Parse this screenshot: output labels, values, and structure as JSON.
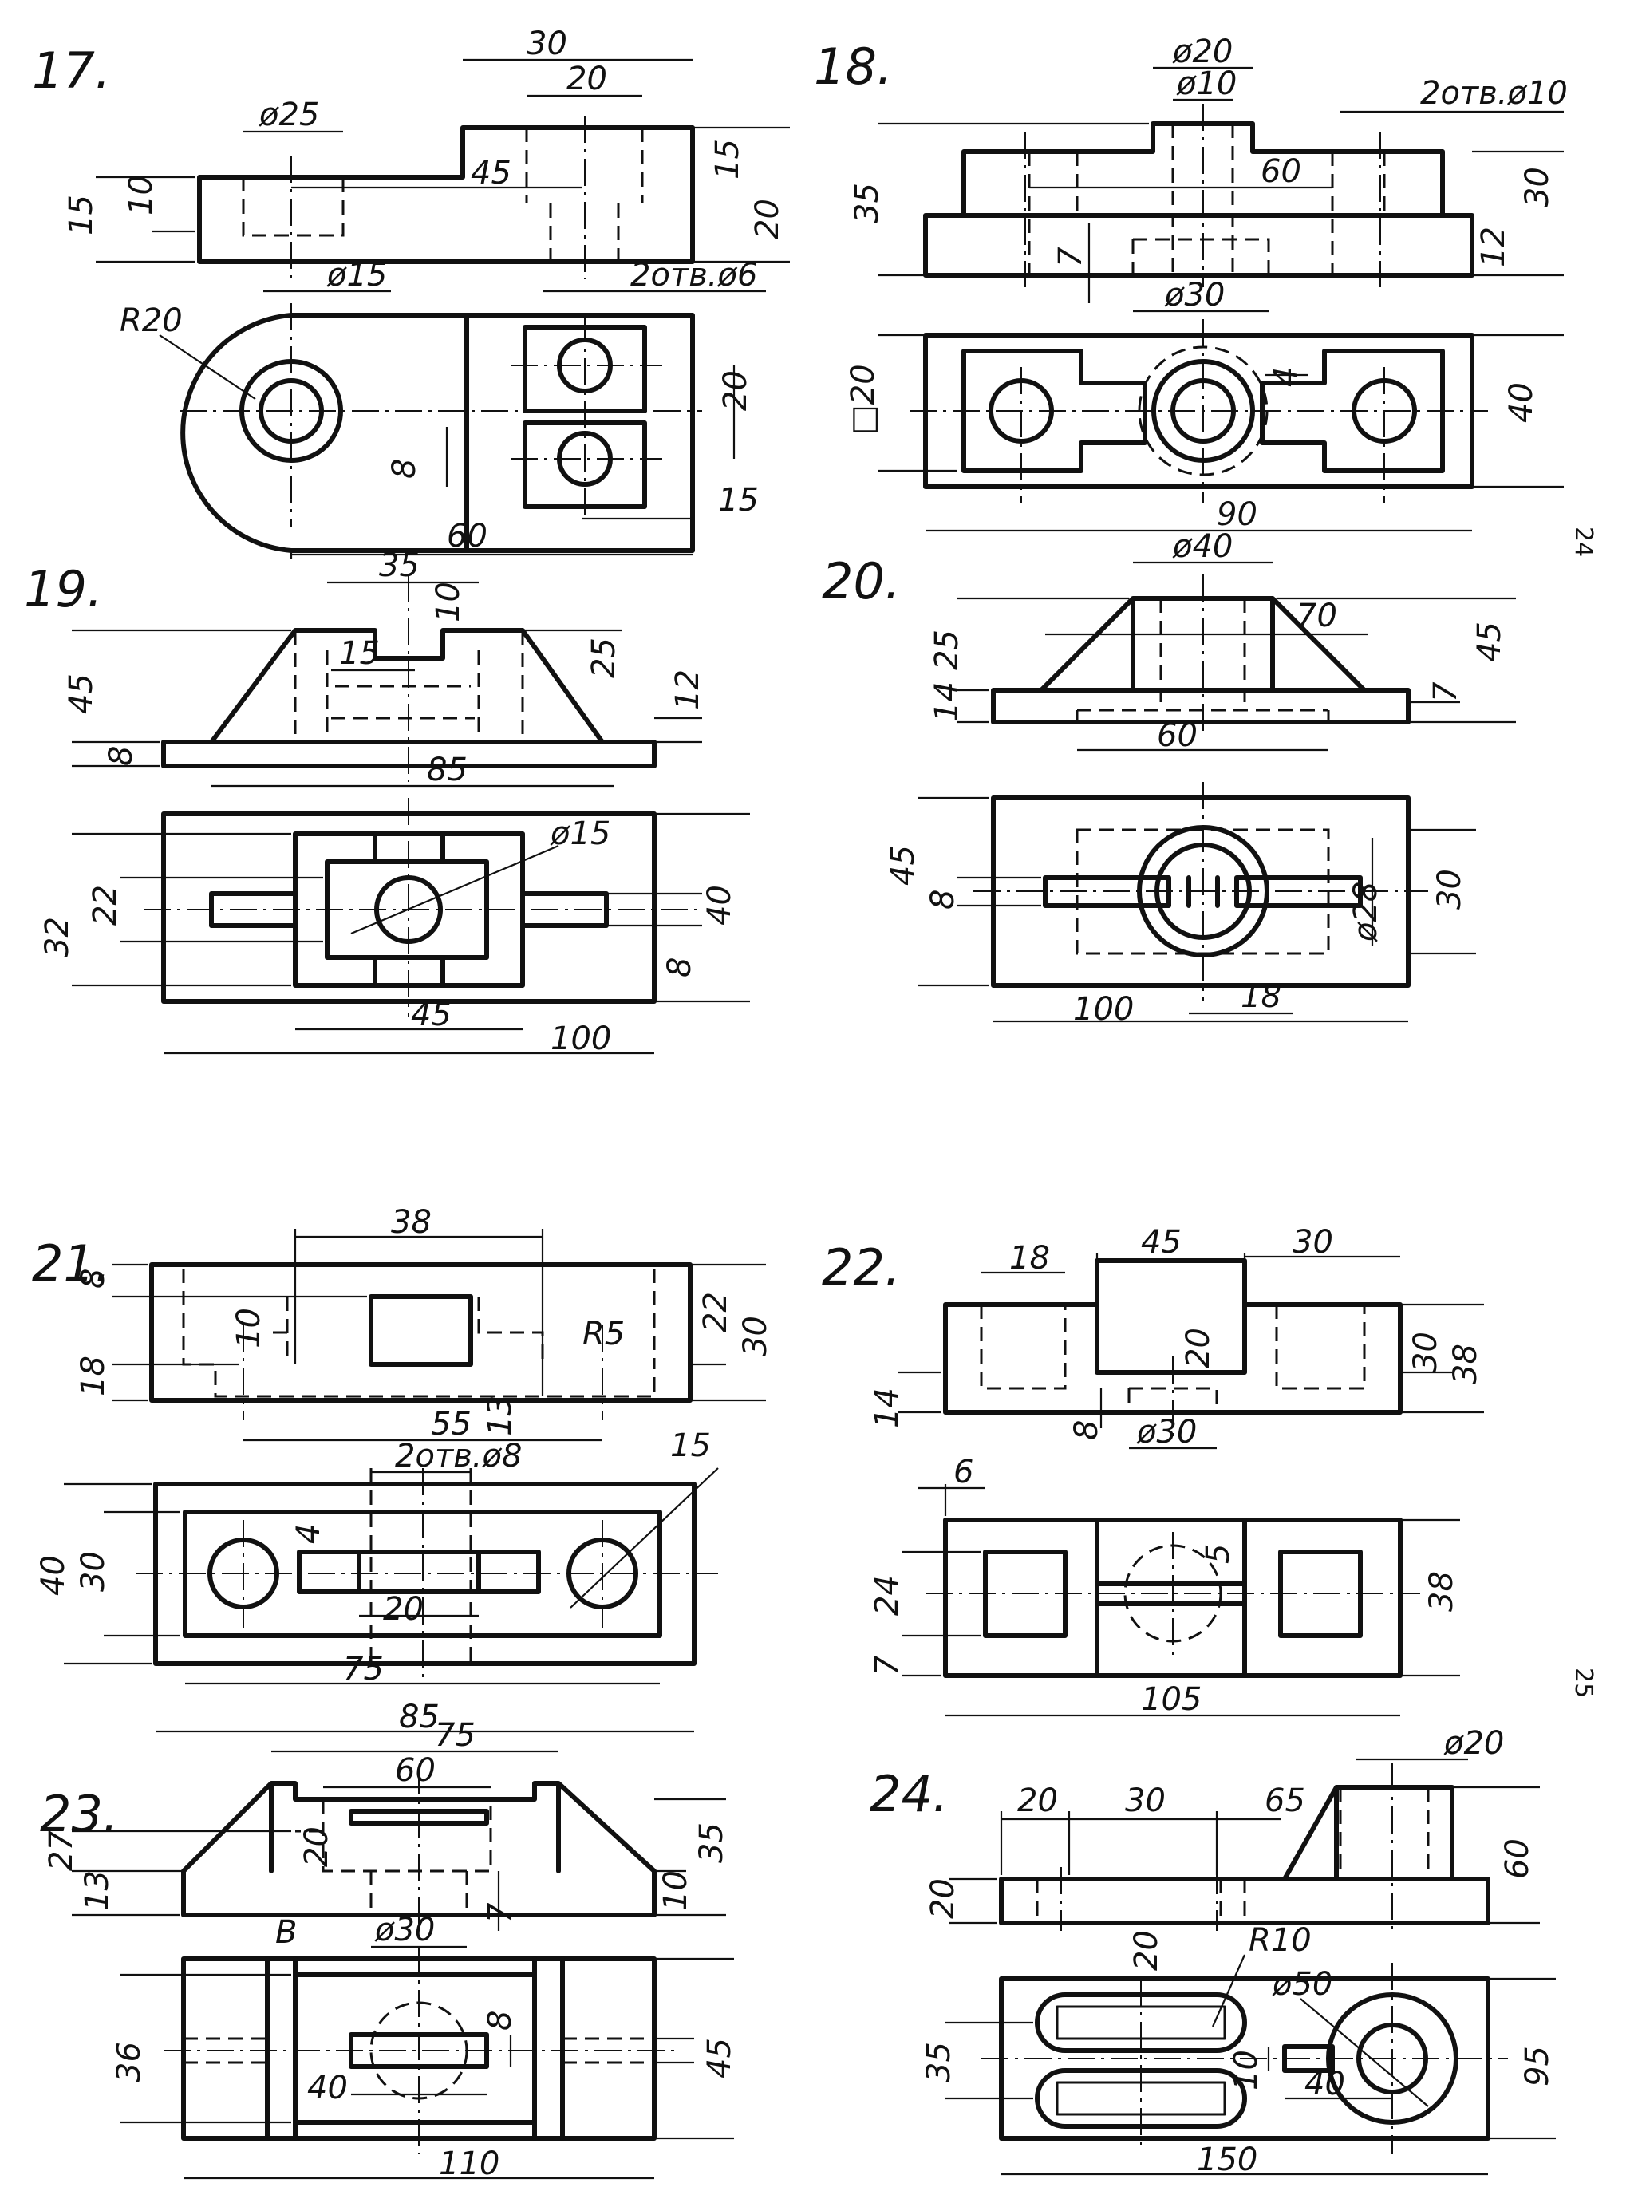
{
  "page_numbers": [
    "24",
    "25"
  ],
  "problems": [
    {
      "number": "17.",
      "dims": [
        "30",
        "20",
        "ø25",
        "45",
        "10",
        "15",
        "15",
        "20",
        "ø15",
        "2отв.ø6",
        "R20",
        "20",
        "8",
        "60",
        "15"
      ]
    },
    {
      "number": "18.",
      "dims": [
        "ø20",
        "ø10",
        "2отв.ø10",
        "35",
        "60",
        "30",
        "7",
        "12",
        "ø30",
        "□20",
        "4",
        "40",
        "90"
      ]
    },
    {
      "number": "19.",
      "dims": [
        "35",
        "10",
        "15",
        "25",
        "45",
        "12",
        "8",
        "85",
        "ø15",
        "32",
        "22",
        "40",
        "8",
        "45",
        "100"
      ]
    },
    {
      "number": "20.",
      "dims": [
        "ø40",
        "70",
        "25",
        "45",
        "14",
        "7",
        "60",
        "45",
        "8",
        "ø28",
        "30",
        "18",
        "100"
      ]
    },
    {
      "number": "21.",
      "dims": [
        "38",
        "8",
        "10",
        "18",
        "R5",
        "22",
        "30",
        "55",
        "13",
        "2отв.ø8",
        "15",
        "4",
        "40",
        "30",
        "20",
        "75",
        "85"
      ]
    },
    {
      "number": "22.",
      "dims": [
        "18",
        "45",
        "30",
        "20",
        "30",
        "38",
        "14",
        "8",
        "ø30",
        "6",
        "5",
        "24",
        "38",
        "7",
        "105"
      ]
    },
    {
      "number": "23.",
      "dims": [
        "75",
        "60",
        "27",
        "20",
        "35",
        "13",
        "10",
        "7",
        "ø30",
        "B",
        "36",
        "8",
        "45",
        "40",
        "110"
      ]
    },
    {
      "number": "24.",
      "dims": [
        "ø20",
        "20",
        "30",
        "65",
        "60",
        "20",
        "R10",
        "20",
        "ø50",
        "35",
        "10",
        "95",
        "40",
        "150"
      ]
    }
  ]
}
